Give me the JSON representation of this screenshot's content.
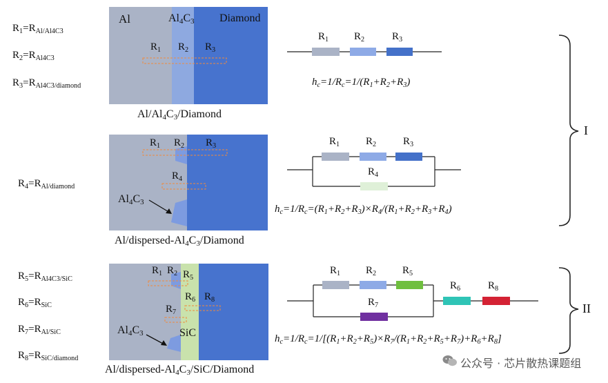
{
  "left_labels": {
    "R1": {
      "main": "R",
      "sub": "1",
      "eq_main": "=R",
      "eq_sub": "Al/Al4C3"
    },
    "R2": {
      "main": "R",
      "sub": "2",
      "eq_main": "=R",
      "eq_sub": "Al4C3"
    },
    "R3": {
      "main": "R",
      "sub": "3",
      "eq_main": "=R",
      "eq_sub": "Al4C3/diamond"
    },
    "R4": {
      "main": "R",
      "sub": "4",
      "eq_main": "=R",
      "eq_sub": "Al/diamond"
    },
    "R5": {
      "main": "R",
      "sub": "5",
      "eq_main": "=R",
      "eq_sub": "Al4C3/SiC"
    },
    "R6": {
      "main": "R",
      "sub": "6",
      "eq_main": "=R",
      "eq_sub": "SiC"
    },
    "R7": {
      "main": "R",
      "sub": "7",
      "eq_main": "=R",
      "eq_sub": "Al/SiC"
    },
    "R8": {
      "main": "R",
      "sub": "8",
      "eq_main": "=R",
      "eq_sub": "SiC/diamond"
    }
  },
  "panel1": {
    "al": "Al",
    "al4c3": {
      "a": "Al",
      "s1": "4",
      "b": "C",
      "s2": "3"
    },
    "diamond": "Diamond",
    "r_labels": [
      {
        "m": "R",
        "s": "1"
      },
      {
        "m": "R",
        "s": "2"
      },
      {
        "m": "R",
        "s": "3"
      }
    ],
    "caption": {
      "a": "Al/Al",
      "s1": "4",
      "b": "C",
      "s2": "3",
      "c": "/Diamond"
    },
    "colors": {
      "al": "#aab3c6",
      "al4c3": "#8ea9e0",
      "diamond": "#4773ce",
      "dashed": "#f08a3c"
    }
  },
  "panel2": {
    "r_labels": [
      {
        "m": "R",
        "s": "1"
      },
      {
        "m": "R",
        "s": "2"
      },
      {
        "m": "R",
        "s": "3"
      },
      {
        "m": "R",
        "s": "4"
      }
    ],
    "al4c3": {
      "a": "Al",
      "s1": "4",
      "b": "C",
      "s2": "3"
    },
    "caption": {
      "a": "Al/dispersed-Al",
      "s1": "4",
      "b": "C",
      "s2": "3",
      "c": "/Diamond"
    }
  },
  "panel3": {
    "r_labels": [
      {
        "m": "R",
        "s": "1"
      },
      {
        "m": "R",
        "s": "2"
      },
      {
        "m": "R",
        "s": "5"
      },
      {
        "m": "R",
        "s": "6"
      },
      {
        "m": "R",
        "s": "8"
      },
      {
        "m": "R",
        "s": "7"
      }
    ],
    "al4c3": {
      "a": "Al",
      "s1": "4",
      "b": "C",
      "s2": "3"
    },
    "sic": "SiC",
    "caption": {
      "a": "Al/dispersed-Al",
      "s1": "4",
      "b": "C",
      "s2": "3",
      "c": "/SiC/Diamond"
    },
    "colors": {
      "sic": "#c9e2ac"
    }
  },
  "circuits": {
    "c1": {
      "labels": [
        {
          "m": "R",
          "s": "1"
        },
        {
          "m": "R",
          "s": "2"
        },
        {
          "m": "R",
          "s": "3"
        }
      ]
    },
    "c2": {
      "labels": [
        {
          "m": "R",
          "s": "1"
        },
        {
          "m": "R",
          "s": "2"
        },
        {
          "m": "R",
          "s": "3"
        },
        {
          "m": "R",
          "s": "4"
        }
      ]
    },
    "c3": {
      "labels": [
        {
          "m": "R",
          "s": "1"
        },
        {
          "m": "R",
          "s": "2"
        },
        {
          "m": "R",
          "s": "5"
        },
        {
          "m": "R",
          "s": "7"
        },
        {
          "m": "R",
          "s": "6"
        },
        {
          "m": "R",
          "s": "8"
        }
      ]
    },
    "resistor_colors": {
      "R1": "#aab3c6",
      "R2": "#8eaae6",
      "R3": "#4471c9",
      "R4": "#dff0d8",
      "R5": "#6fbf3e",
      "R6": "#2fc4b6",
      "R7": "#7030a0",
      "R8": "#d42234"
    }
  },
  "formulas": {
    "f1": {
      "h": "h",
      "hs": "c",
      "t1": "=1/R",
      "t1s": "c",
      "t2": "=1/(R",
      "a": "1",
      "p1": "+R",
      "b": "2",
      "p2": "+R",
      "c": "3",
      "end": ")"
    },
    "f2": {
      "h": "h",
      "hs": "c",
      "t1": "=1/R",
      "t1s": "c",
      "t2": "=(R",
      "a": "1",
      "p1": "+R",
      "b": "2",
      "p2": "+R",
      "c": "3",
      "x": ")×R",
      "d": "4",
      "t3": "/(R",
      "e": "1",
      "p3": "+R",
      "f": "2",
      "p4": "+R",
      "g": "3",
      "p5": "+R",
      "h2": "4",
      "end": ")"
    },
    "f3": {
      "h": "h",
      "hs": "c",
      "t1": "=1/R",
      "t1s": "c",
      "t2": "=1/[(R",
      "a": "1",
      "p1": "+R",
      "b": "2",
      "p2": "+R",
      "c": "5",
      "x": ")×R",
      "d": "7",
      "t3": "/(R",
      "e": "1",
      "p3": "+R",
      "f": "2",
      "p4": "+R",
      "g": "5",
      "p5": "+R",
      "h2": "7",
      "t4": ")+R",
      "i": "6",
      "p6": "+R",
      "j": "8",
      "end": "]"
    }
  },
  "group_labels": {
    "one": "I",
    "two": "II"
  },
  "watermark": "公众号 · 芯片散热课题组"
}
